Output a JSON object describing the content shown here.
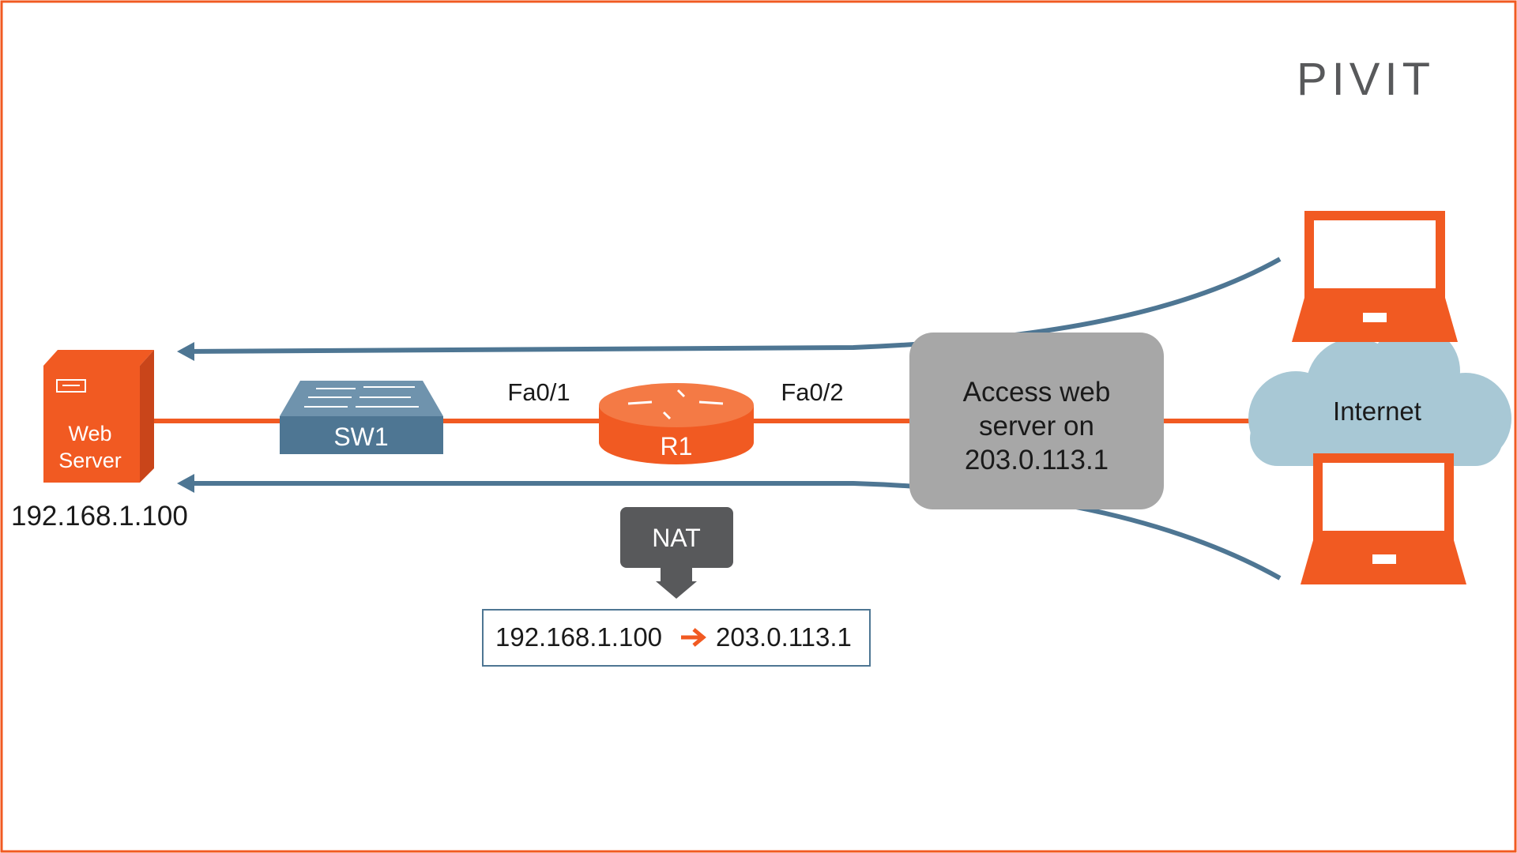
{
  "logo": {
    "text": "PIVIT"
  },
  "colors": {
    "orange": "#F15A22",
    "blue_link": "#4E7693",
    "switch_blue": "#4E7693",
    "cloud": "#A8C8D5",
    "gray_box": "#A7A7A7",
    "nat_box": "#58595B",
    "text_dark": "#1A1A1A",
    "logo_gray": "#58595B"
  },
  "nodes": {
    "web_server": {
      "label_line1": "Web",
      "label_line2": "Server",
      "ip": "192.168.1.100",
      "icon": "server-icon"
    },
    "switch": {
      "label": "SW1",
      "icon": "switch-icon"
    },
    "router": {
      "label": "R1",
      "icon": "router-icon"
    },
    "cloud": {
      "label": "Internet",
      "icon": "cloud-icon"
    },
    "laptops": [
      {
        "icon": "laptop-icon"
      },
      {
        "icon": "laptop-icon"
      }
    ]
  },
  "interfaces": {
    "fa01": "Fa0/1",
    "fa02": "Fa0/2"
  },
  "access_box": {
    "line1": "Access web",
    "line2": "server on",
    "line3": "203.0.113.1"
  },
  "nat": {
    "label": "NAT",
    "from_ip": "192.168.1.100",
    "to_ip": "203.0.113.1",
    "arrow_icon": "right-arrow-icon"
  }
}
